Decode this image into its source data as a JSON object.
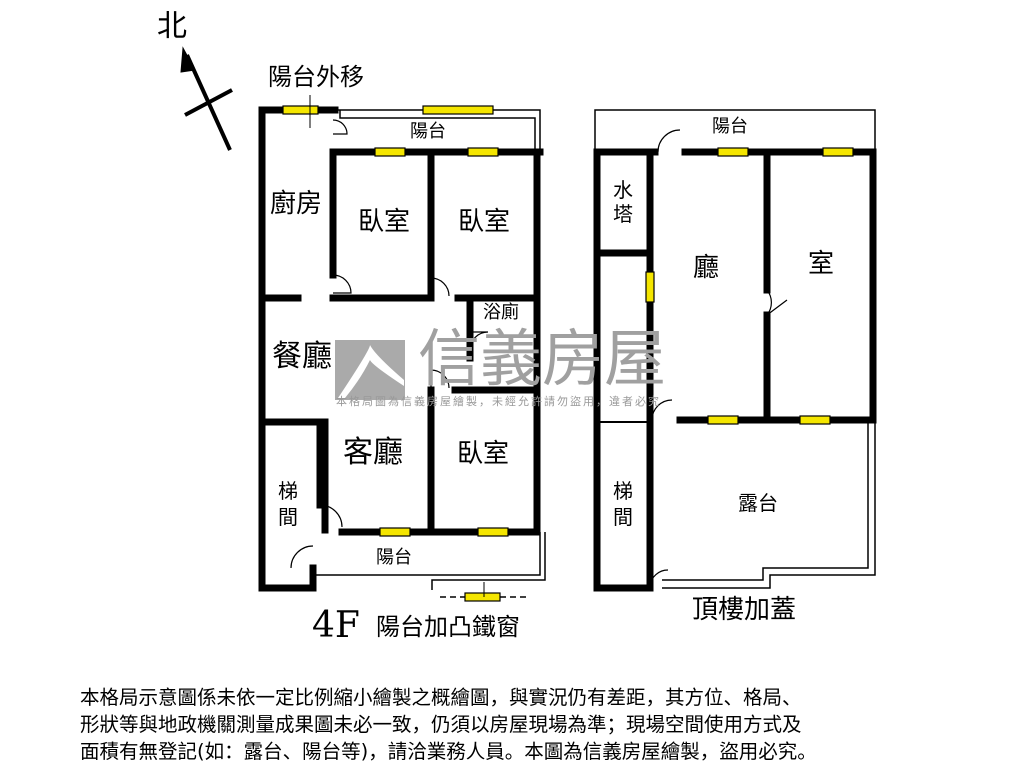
{
  "north_label": "北",
  "floor_4f": {
    "title": "4F",
    "note_top": "陽台外移",
    "note_bottom": "陽台加凸鐵窗",
    "rooms": [
      "陽台",
      "廚房",
      "臥室",
      "臥室",
      "餐廳",
      "浴廁",
      "客廳",
      "臥室",
      "梯間",
      "陽台"
    ]
  },
  "roof": {
    "title": "頂樓加蓋",
    "rooms": [
      "陽台",
      "水塔",
      "廳",
      "室",
      "梯間",
      "露台"
    ]
  },
  "watermark": {
    "brand": "信義房屋",
    "notice": "本格局圖為信義房屋繪製，未經允許請勿盜用，違者必究"
  },
  "disclaimer": [
    "本格局示意圖係未依一定比例縮小繪製之概繪圖，與實況仍有差距，其方位、格局、",
    "形狀等與地政機關測量成果圖未必一致，仍須以房屋現場為準；現場空間使用方式及",
    "面積有無登記(如：露台、陽台等)，請洽業務人員。本圖為信義房屋繪製，盜用必究。"
  ],
  "colors": {
    "wall": "#000000",
    "window": "#f5e600",
    "watermark": "#999999"
  }
}
